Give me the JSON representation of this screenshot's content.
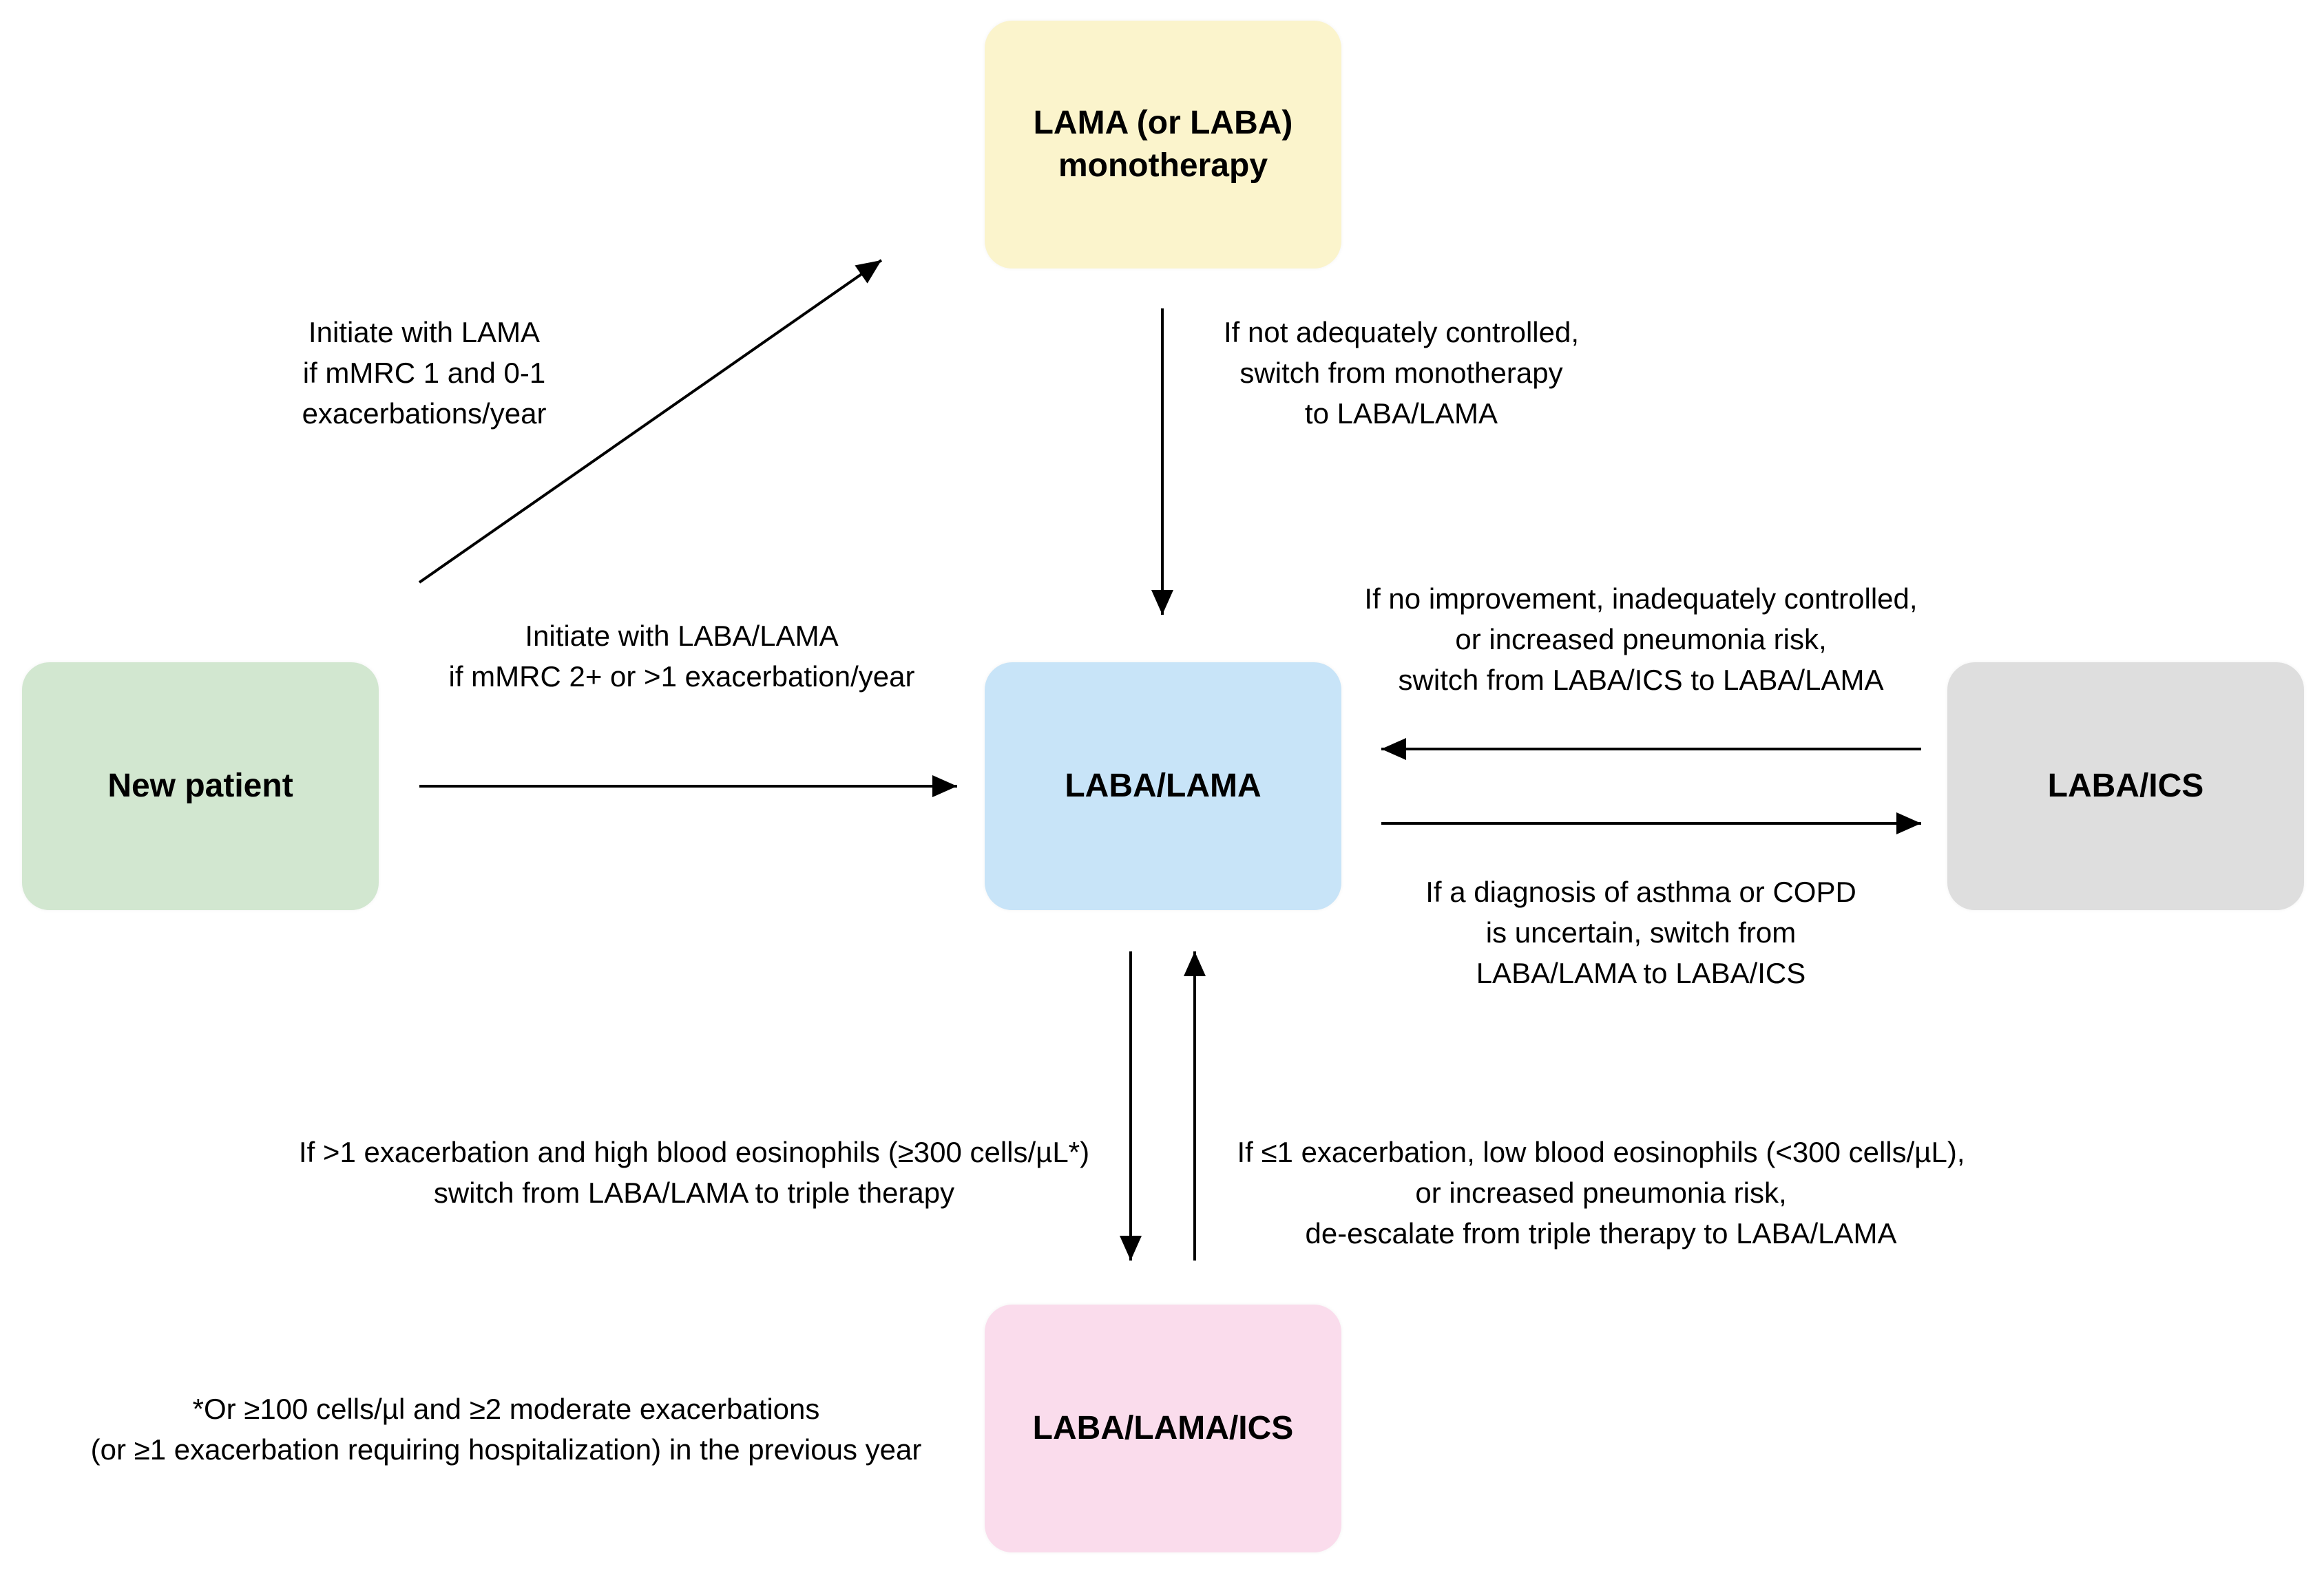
{
  "nodes": {
    "monotherapy": {
      "text": "LAMA (or LABA)\nmonotherapy",
      "color": "#fbf4cc"
    },
    "new_patient": {
      "text": "New patient",
      "color": "#d2e7d0"
    },
    "laba_lama": {
      "text": "LABA/LAMA",
      "color": "#c8e4f8"
    },
    "laba_ics": {
      "text": "LABA/ICS",
      "color": "#dedede"
    },
    "triple": {
      "text": "LABA/LAMA/ICS",
      "color": "#fadcec"
    }
  },
  "edge_labels": {
    "initiate_lama": [
      "Initiate with LAMA",
      "if mMRC 1 and 0-1",
      "exacerbations/year"
    ],
    "not_controlled": [
      "If not adequately controlled,",
      "switch from monotherapy",
      "to LABA/LAMA"
    ],
    "initiate_laba_lama": [
      "Initiate with LABA/LAMA",
      "if mMRC 2+ or >1 exacerbation/year"
    ],
    "no_improvement": [
      "If no improvement, inadequately controlled,",
      "or increased pneumonia risk,",
      "switch from LABA/ICS to LABA/LAMA"
    ],
    "diagnosis_uncertain": [
      "If a diagnosis of asthma or COPD",
      "is uncertain, switch from",
      "LABA/LAMA to LABA/ICS"
    ],
    "escalate_triple": [
      "If >1 exacerbation and high blood eosinophils (≥300 cells/µL*)",
      "switch from LABA/LAMA to triple therapy"
    ],
    "deescalate": [
      "If ≤1 exacerbation, low blood eosinophils (<300 cells/µL),",
      "or increased pneumonia risk,",
      "de-escalate from triple therapy to LABA/LAMA"
    ]
  },
  "footnote": [
    "*Or ≥100 cells/µl and ≥2 moderate exacerbations",
    "(or ≥1 exacerbation requiring hospitalization) in the previous year"
  ],
  "arrow_color": "#000000"
}
